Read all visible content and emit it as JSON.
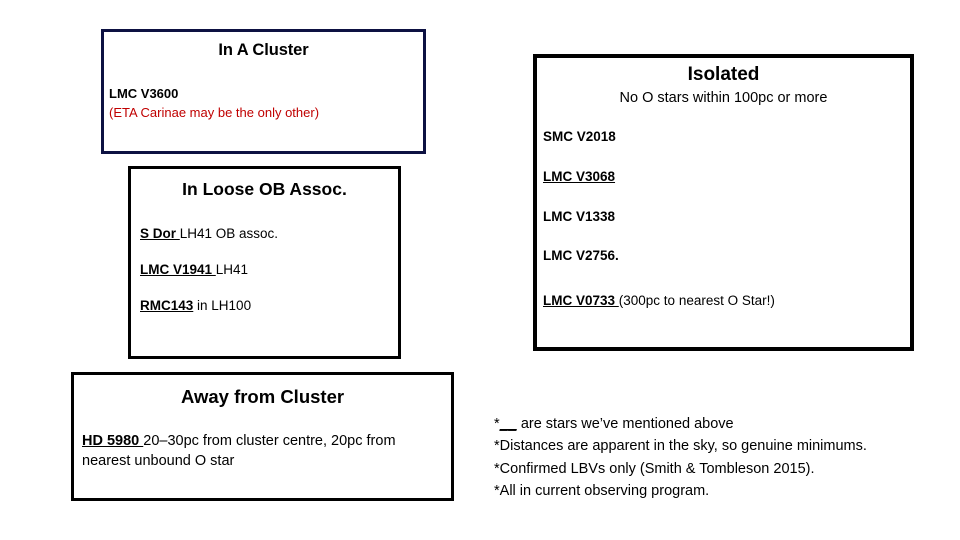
{
  "slide": {
    "background_color": "#ffffff",
    "accent_navy": "#0d1142",
    "accent_red": "#c00000"
  },
  "panels": {
    "in_a_cluster": {
      "title": "In A Cluster",
      "border_color": "#0d1142",
      "entries": [
        {
          "name": "LMC V3600",
          "style": "bold",
          "note": ""
        },
        {
          "name": "",
          "style": "plain-red",
          "note": "(ETA Carinae may be the only other)"
        }
      ],
      "line_1": "LMC V3600",
      "line_2": "(ETA Carinae may be the only other)"
    },
    "in_loose_ob_assoc": {
      "title": "In Loose OB Assoc.",
      "border_color": "#000000",
      "entries": [
        {
          "name": "S Dor ",
          "rest": "LH41 OB assoc."
        },
        {
          "name": "LMC V1941 ",
          "rest": " LH41"
        },
        {
          "name": "RMC143",
          "rest": " in LH100"
        }
      ]
    },
    "away_from_cluster": {
      "title": "Away from Cluster",
      "border_color": "#000000",
      "entries": [
        {
          "name": "HD 5980 ",
          "rest": "20–30pc from cluster centre, 20pc from nearest unbound O star"
        }
      ]
    },
    "isolated": {
      "title": "Isolated",
      "subtitle": "No O stars within 100pc or more",
      "border_color": "#000000",
      "entries": [
        {
          "name": "SMC V2018",
          "rest": "",
          "underlined": false
        },
        {
          "name": "LMC V3068",
          "rest": "",
          "underlined": true
        },
        {
          "name": "LMC V1338",
          "rest": "",
          "underlined": false
        },
        {
          "name": "LMC V2756.",
          "rest": "",
          "underlined": false
        },
        {
          "name": "LMC V0733 ",
          "rest": "(300pc to nearest O Star!)",
          "underlined": true
        }
      ]
    }
  },
  "footnotes": {
    "marker": "*",
    "blank": "__",
    "items": [
      {
        "marker": "*",
        "text": " are stars we’ve mentioned above",
        "has_blank": true
      },
      {
        "marker": "*",
        "text": "Distances are apparent in the sky, so genuine minimums.",
        "has_blank": false
      },
      {
        "marker": "*",
        "text": "Confirmed LBVs only (Smith & Tombleson 2015).",
        "has_blank": false
      },
      {
        "marker": "*",
        "text": "All in current observing program.",
        "has_blank": false
      }
    ]
  }
}
